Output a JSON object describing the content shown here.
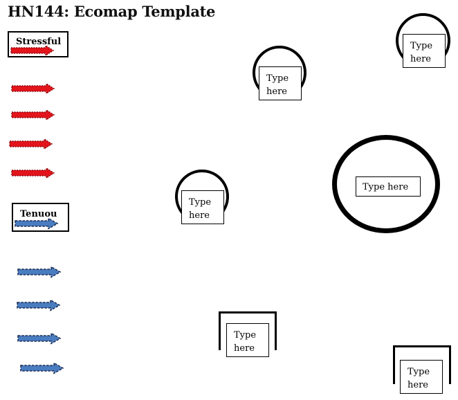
{
  "title": "HN144: Ecomap Template",
  "legend": {
    "stressful_label": "Stressful",
    "tenuous_label": "Tenuou"
  },
  "colors": {
    "stressful": "#e3141b",
    "tenuous": "#4a7cc0",
    "outline": "#000000"
  },
  "nodes": {
    "center": {
      "text": "Type here"
    },
    "top_left": {
      "text": "Type here"
    },
    "top_right": {
      "text": "Type here"
    },
    "middle_left": {
      "text": "Type here"
    },
    "bottom_center": {
      "text": "Type here"
    },
    "bottom_right": {
      "text": "Type here"
    }
  }
}
